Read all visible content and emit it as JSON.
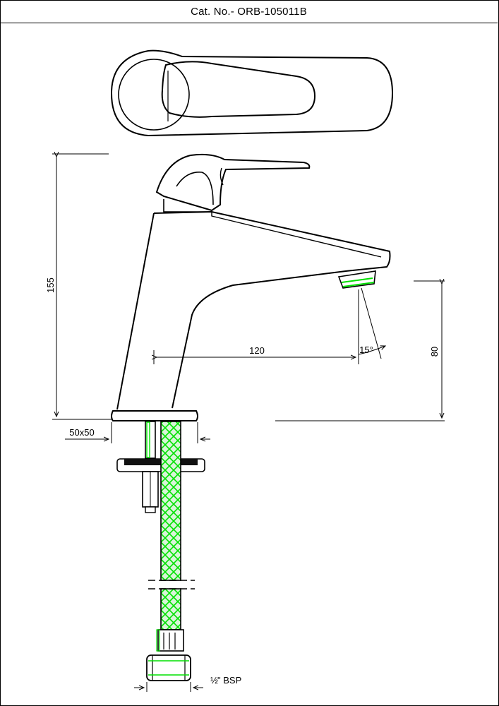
{
  "header": {
    "title": "Cat. No.- ORB-105011B"
  },
  "dimensions": {
    "height_total": "155",
    "spout_reach": "120",
    "spout_angle": "15°",
    "spout_height": "80",
    "base_size": "50x50",
    "connection_half": "½",
    "connection": "\" BSP"
  },
  "colors": {
    "outline": "#000000",
    "hose_mesh": "#00e000",
    "hose_fill": "#d8f5d8"
  }
}
